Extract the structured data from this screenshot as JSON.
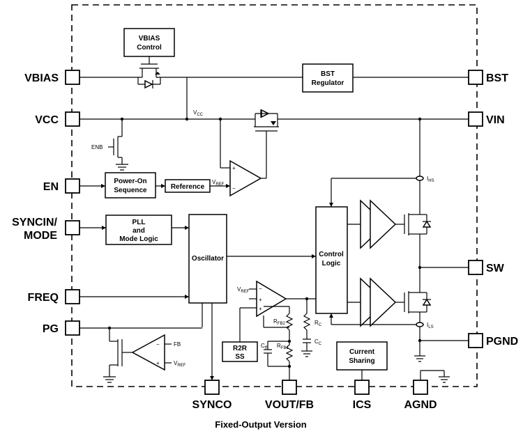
{
  "pins": {
    "vbias": "VBIAS",
    "vcc": "VCC",
    "en": "EN",
    "syncin_line1": "SYNCIN/",
    "syncin_line2": "MODE",
    "freq": "FREQ",
    "pg": "PG",
    "bst": "BST",
    "vin": "VIN",
    "sw": "SW",
    "pgnd": "PGND",
    "synco": "SYNCO",
    "vout_fb": "VOUT/FB",
    "ics": "ICS",
    "agnd": "AGND"
  },
  "blocks": {
    "vbias_control": [
      "VBIAS",
      "Control"
    ],
    "bst_regulator": [
      "BST",
      "Regulator"
    ],
    "power_on_sequence": [
      "Power-On",
      "Sequence"
    ],
    "reference": "Reference",
    "pll": [
      "PLL",
      "and",
      "Mode Logic"
    ],
    "oscillator": "Oscillator",
    "control_logic": [
      "Control",
      "Logic"
    ],
    "r2r_ss": [
      "R2R",
      "SS"
    ],
    "current_sharing": [
      "Current",
      "Sharing"
    ]
  },
  "labels": {
    "vcc_node": "V",
    "vcc_node_sub": "CC",
    "enb": "ENB",
    "vref_ref": "V",
    "vref_ref_sub": "REF",
    "vref_ea": "V",
    "vref_ea_sub": "REF",
    "vref_pg": "V",
    "vref_pg_sub": "REF",
    "fb_pg": "FB",
    "ihs": "I",
    "ihs_sub": "HS",
    "ils": "I",
    "ils_sub": "LS",
    "rfb2": "R",
    "rfb2_sub": "FB2",
    "rfb1": "R",
    "rfb1_sub": "FB1",
    "cff": "C",
    "cff_sub": "ff",
    "rc": "R",
    "rc_sub": "C",
    "cc": "C",
    "cc_sub": "C",
    "plus": "+",
    "minus": "−"
  },
  "caption": "Fixed-Output Version"
}
